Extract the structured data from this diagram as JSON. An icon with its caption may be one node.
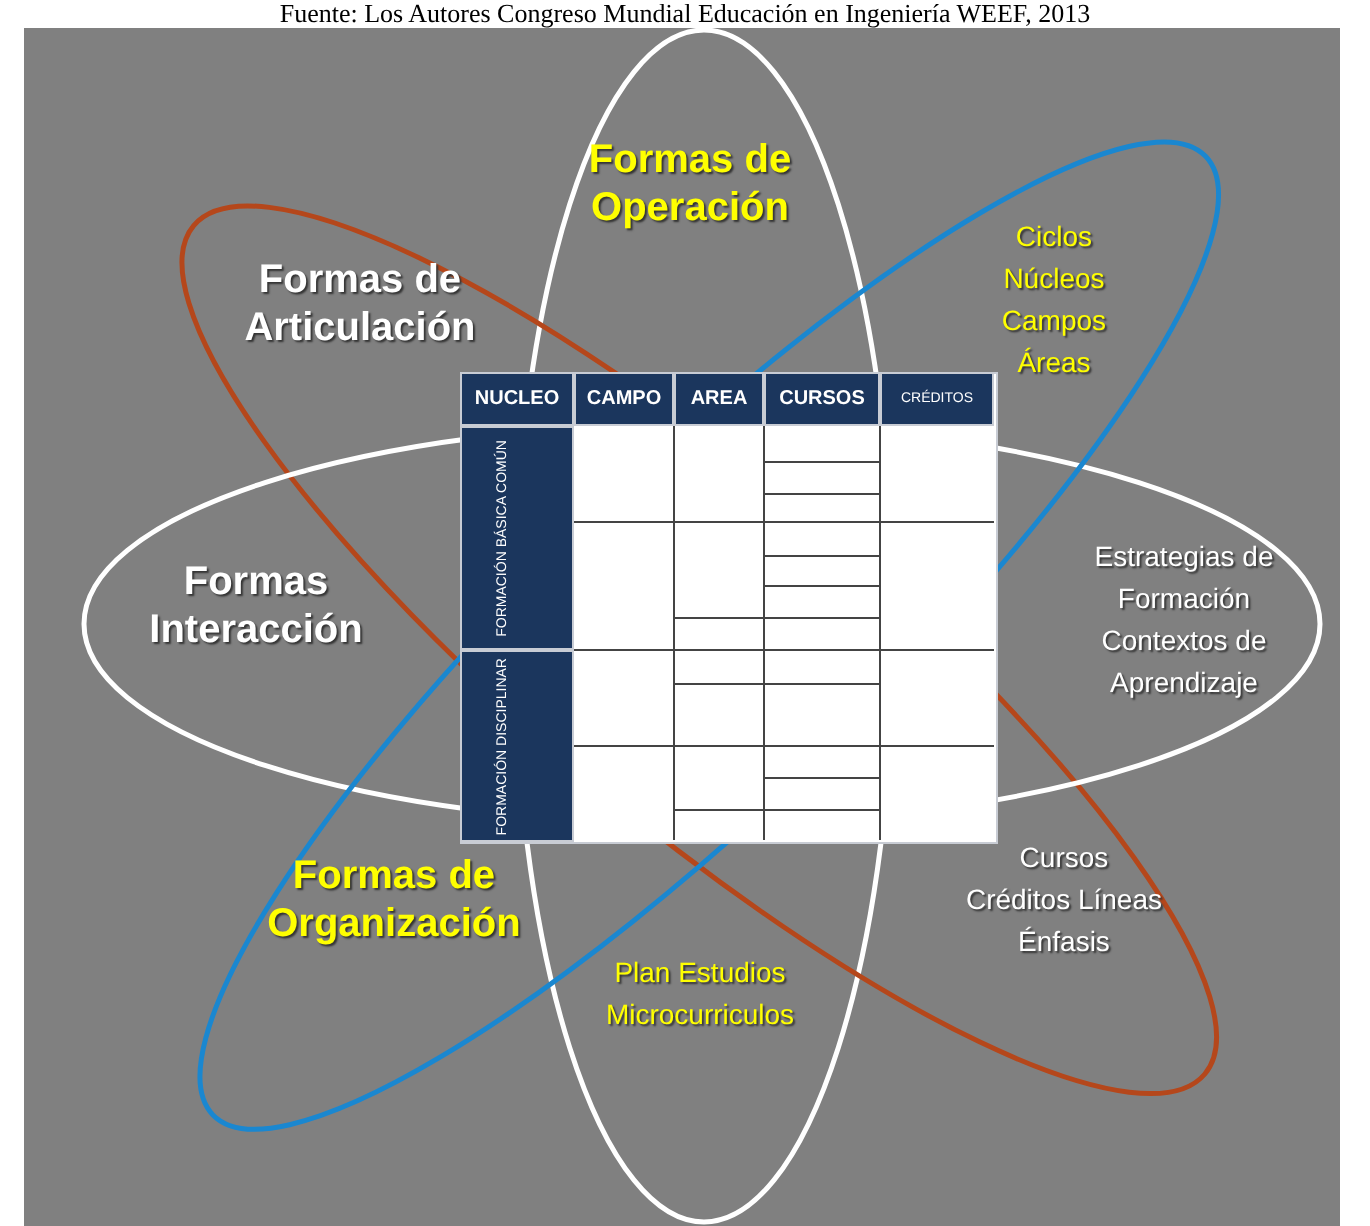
{
  "diagram": {
    "caption": "Fuente: Los Autores Congreso Mundial Educación en Ingeniería WEEF, 2013",
    "nodes": [
      {
        "text": [
          "Formas de Operación",
          "Plan Estudios Microcurriculos"
        ]
      },
      {
        "text": [
          "Formas de Articulación",
          "Cursos Créditos Líneas Énfasis"
        ]
      },
      {
        "text": [
          "Formas Interacción",
          "Estrategias de Formación Contextos de Aprendizaje"
        ]
      },
      {
        "text": [
          "Formas de Organización",
          "Ciclos Núcleos Campos Áreas"
        ]
      }
    ],
    "labels": [
      "NUCLEO",
      "CAMPO",
      "AREA",
      "CURSOS",
      "CRÉDITOS",
      "FORMACIÓN BÁSICA COMÚN",
      "FORMACIÓN DISCIPLINAR"
    ]
  }
}
